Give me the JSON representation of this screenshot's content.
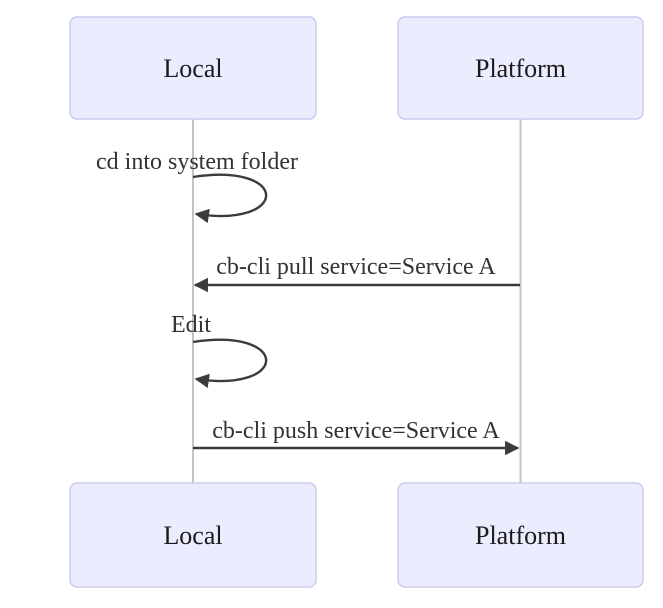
{
  "diagram": {
    "type": "sequence-diagram",
    "background": "#FFFFFF",
    "actors": [
      {
        "name": "Local"
      },
      {
        "name": "Platform"
      }
    ],
    "messages": [
      {
        "kind": "self-loop",
        "actor": "Local",
        "label": "cd into system folder"
      },
      {
        "kind": "solid-arrow",
        "from": "Platform",
        "to": "Local",
        "label": "cb-cli pull service=Service A"
      },
      {
        "kind": "self-loop",
        "actor": "Local",
        "label": "Edit"
      },
      {
        "kind": "solid-arrow",
        "from": "Local",
        "to": "Platform",
        "label": "cb-cli push service=Service A"
      }
    ],
    "colors": {
      "actor_fill": "#ECECFF",
      "actor_border": "#CCCCF2",
      "lifeline": "#C4C4C4",
      "arrow": "#3B3B3B",
      "message_text": "#333333",
      "actor_text": "#1B1B1B"
    }
  }
}
